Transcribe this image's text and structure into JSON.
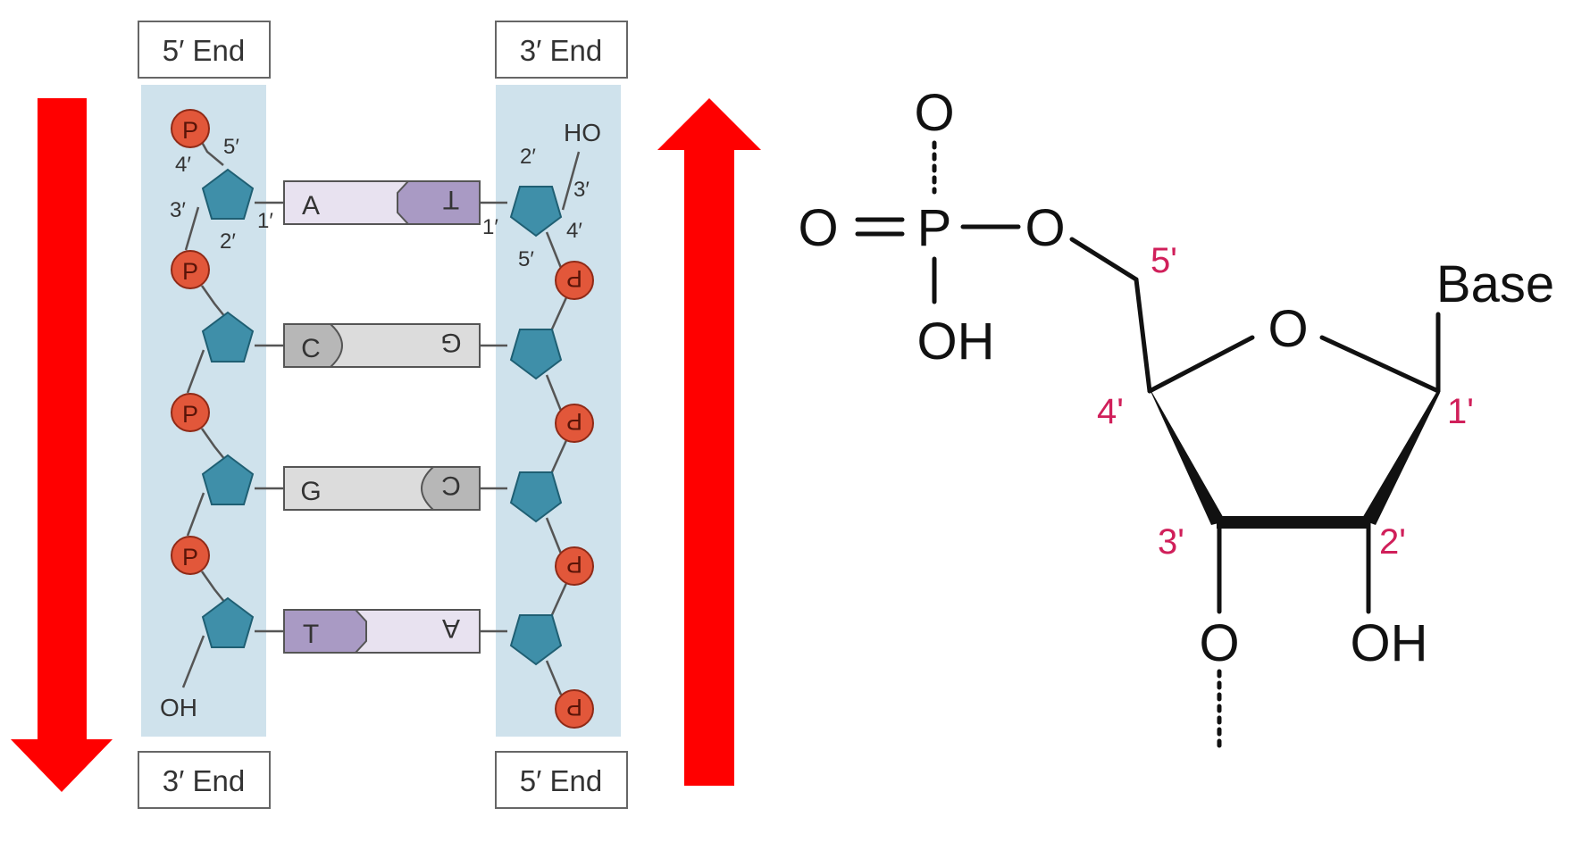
{
  "colors": {
    "arrow": "#ff0000",
    "strand_bg": "#cfe2ec",
    "sugar": "#3f8fa9",
    "sugar_edge": "#1f5f73",
    "phosphate": "#e2573a",
    "phosphate_edge": "#8f2a17",
    "base_A": "#e8e2f0",
    "base_T": "#a99ac4",
    "base_C": "#b7b7b7",
    "base_G": "#dcdcdc",
    "prime_label": "#d01f5a"
  },
  "dna": {
    "left_top_label": "5′ End",
    "left_bottom_label": "3′ End",
    "right_top_label": "3′ End",
    "right_bottom_label": "5′ End",
    "phosphate_letter": "P",
    "hydroxyl_bottom": "OH",
    "hydroxyl_top": "HO",
    "left_primes": [
      "5′",
      "4′",
      "3′",
      "2′",
      "1′"
    ],
    "right_primes": [
      "2′",
      "3′",
      "1′",
      "4′",
      "5′"
    ],
    "pairs": [
      {
        "left": "A",
        "right": "T",
        "left_kind": "A",
        "right_kind": "T"
      },
      {
        "left": "C",
        "right": "G",
        "left_kind": "C",
        "right_kind": "G"
      },
      {
        "left": "G",
        "right": "C",
        "left_kind": "G",
        "right_kind": "C"
      },
      {
        "left": "T",
        "right": "A",
        "left_kind": "T",
        "right_kind": "A"
      }
    ]
  },
  "nucleotide": {
    "phosphate_O_top": "O",
    "phosphate_O_left": "O",
    "phosphate_P": "P",
    "phosphate_O_right": "O",
    "phosphate_OH": "OH",
    "ring_O": "O",
    "base": "Base",
    "prime_5": "5'",
    "prime_4": "4'",
    "prime_3": "3'",
    "prime_2": "2'",
    "prime_1": "1'",
    "O_3": "O",
    "OH_2": "OH"
  }
}
